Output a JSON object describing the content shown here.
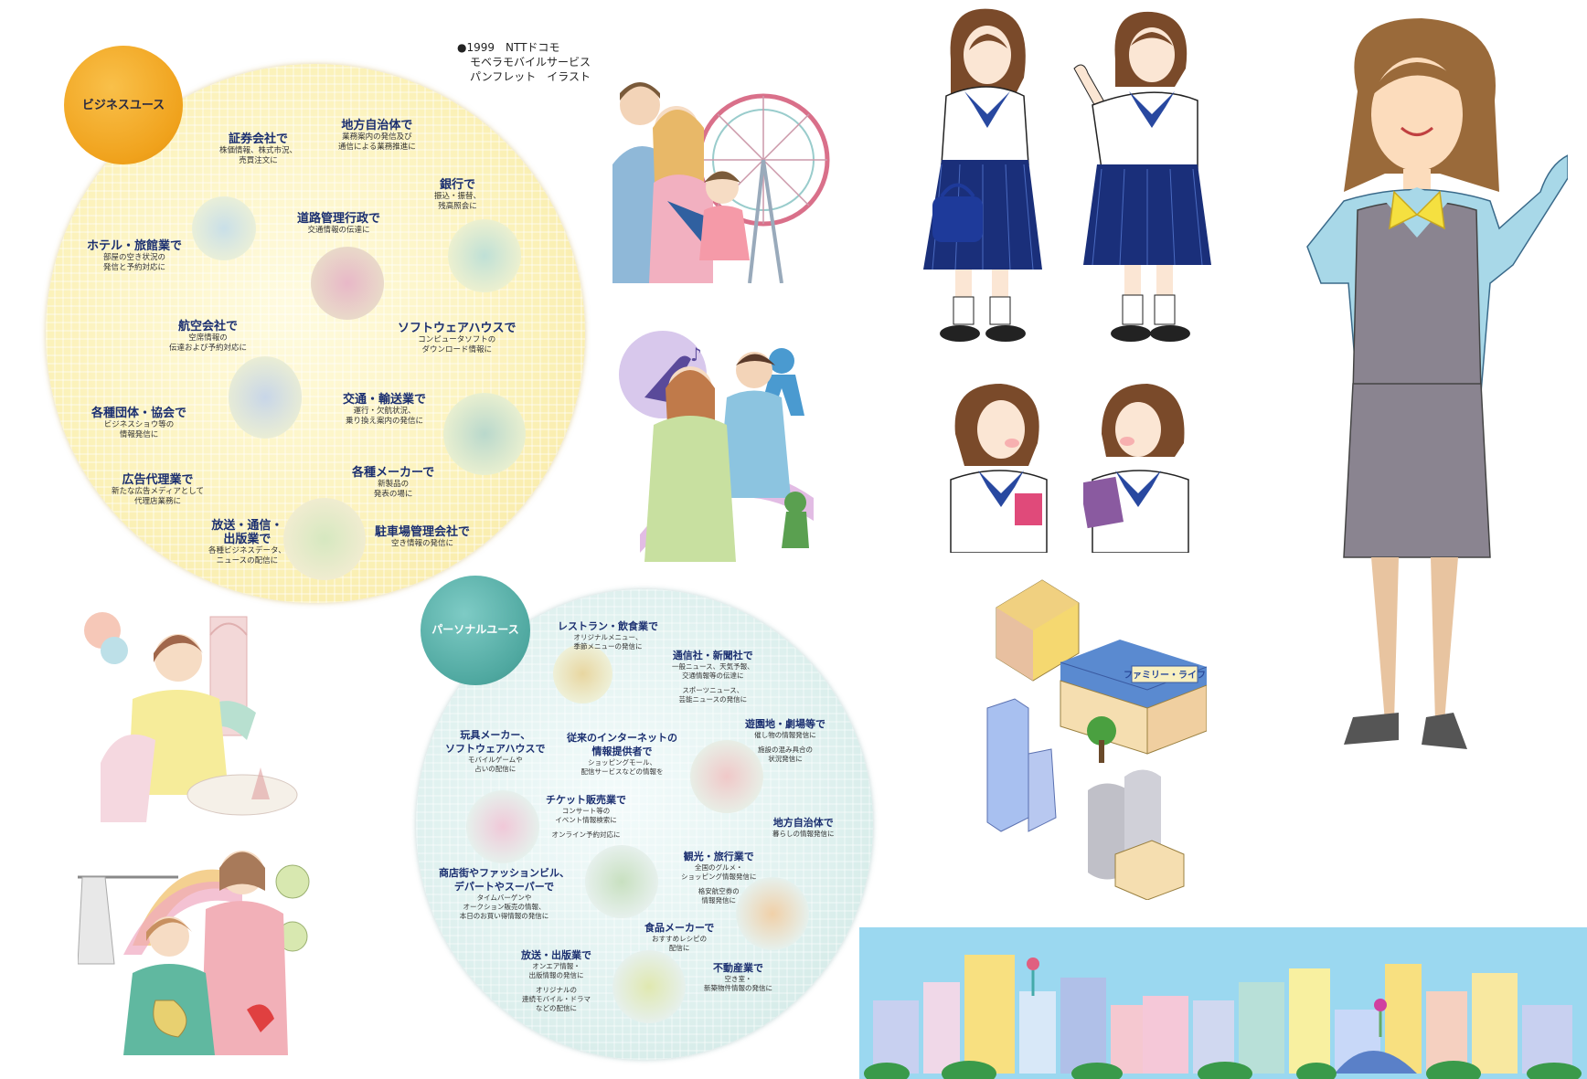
{
  "caption": {
    "line1": "●1999　NTTドコモ",
    "line2": "モベラモバイルサービス",
    "line3": "パンフレット　イラスト"
  },
  "business": {
    "badge": "ビジネスユース",
    "items": [
      {
        "title": "証券会社で",
        "desc": [
          "株価情報、株式市況、",
          "売買注文に"
        ]
      },
      {
        "title": "地方自治体で",
        "desc": [
          "業務案内の発信及び",
          "通信による業務推進に"
        ]
      },
      {
        "title": "銀行で",
        "desc": [
          "振込・振替、",
          "残高照会に"
        ]
      },
      {
        "title": "道路管理行政で",
        "desc": [
          "交通情報の伝達に"
        ]
      },
      {
        "title": "ホテル・旅館業で",
        "desc": [
          "部屋の空き状況の",
          "発信と予約対応に"
        ]
      },
      {
        "title": "航空会社で",
        "desc": [
          "空席情報の",
          "伝達および予約対応に"
        ]
      },
      {
        "title": "ソフトウェアハウスで",
        "desc": [
          "コンピュータソフトの",
          "ダウンロード情報に"
        ]
      },
      {
        "title": "各種団体・協会で",
        "desc": [
          "ビジネスショウ等の",
          "情報発信に"
        ]
      },
      {
        "title": "交通・輸送業で",
        "desc": [
          "運行・欠航状況、",
          "乗り換え案内の発信に"
        ]
      },
      {
        "title": "広告代理業で",
        "desc": [
          "新たな広告メディアとして",
          "代理店業務に"
        ]
      },
      {
        "title": "各種メーカーで",
        "desc": [
          "新製品の",
          "発表の場に"
        ]
      },
      {
        "title": "放送・通信・",
        "desc": []
      },
      {
        "title": "出版業で",
        "desc": [
          "各種ビジネスデータ、",
          "ニュースの配信に"
        ]
      },
      {
        "title": "駐車場管理会社で",
        "desc": [
          "空き情報の発信に"
        ]
      }
    ]
  },
  "personal": {
    "badge": "パーソナルユース",
    "items": [
      {
        "title": "レストラン・飲食業で",
        "desc": [
          "オリジナルメニュー、",
          "季節メニューの発信に"
        ]
      },
      {
        "title": "通信社・新聞社で",
        "desc": [
          "一般ニュース、天気予報、",
          "交通情報等の伝達に",
          "",
          "スポーツニュース、",
          "芸能ニュースの発信に"
        ]
      },
      {
        "title": "玩具メーカー、",
        "desc": []
      },
      {
        "title": "ソフトウェアハウスで",
        "desc": [
          "モバイルゲームや",
          "占いの配信に"
        ]
      },
      {
        "title": "従来のインターネットの",
        "desc": []
      },
      {
        "title": "情報提供者で",
        "desc": [
          "ショッピングモール、",
          "配信サービスなどの情報を"
        ]
      },
      {
        "title": "遊園地・劇場等で",
        "desc": [
          "催し物の情報発信に",
          "",
          "施設の混み具合の",
          "状況発信に"
        ]
      },
      {
        "title": "チケット販売業で",
        "desc": [
          "コンサート等の",
          "イベント情報検索に",
          "",
          "オンライン予約対応に"
        ]
      },
      {
        "title": "地方自治体で",
        "desc": [
          "暮らしの情報発信に"
        ]
      },
      {
        "title": "商店街やファッションビル、",
        "desc": []
      },
      {
        "title": "デパートやスーパーで",
        "desc": [
          "タイムバーゲンや",
          "オークション販売の情報、",
          "本日のお買い得情報の発信に"
        ]
      },
      {
        "title": "観光・旅行業で",
        "desc": [
          "全国のグルメ・",
          "ショッピング情報発信に",
          "",
          "格安航空券の",
          "情報発信に"
        ]
      },
      {
        "title": "食品メーカーで",
        "desc": [
          "おすすめレシピの",
          "配信に"
        ]
      },
      {
        "title": "放送・出版業で",
        "desc": [
          "オンエア情報・",
          "出版情報の発信に",
          "",
          "オリジナルの",
          "連続モバイル・ドラマ",
          "などの配信に"
        ]
      },
      {
        "title": "不動産業で",
        "desc": [
          "空き室・",
          "新築物件情報の発信に"
        ]
      }
    ]
  },
  "signs": {
    "store": "ファミリー・ライフ"
  },
  "colors": {
    "business_accent": "#f0a21c",
    "personal_accent": "#4fa8a0",
    "label_text": "#1b2f70"
  }
}
